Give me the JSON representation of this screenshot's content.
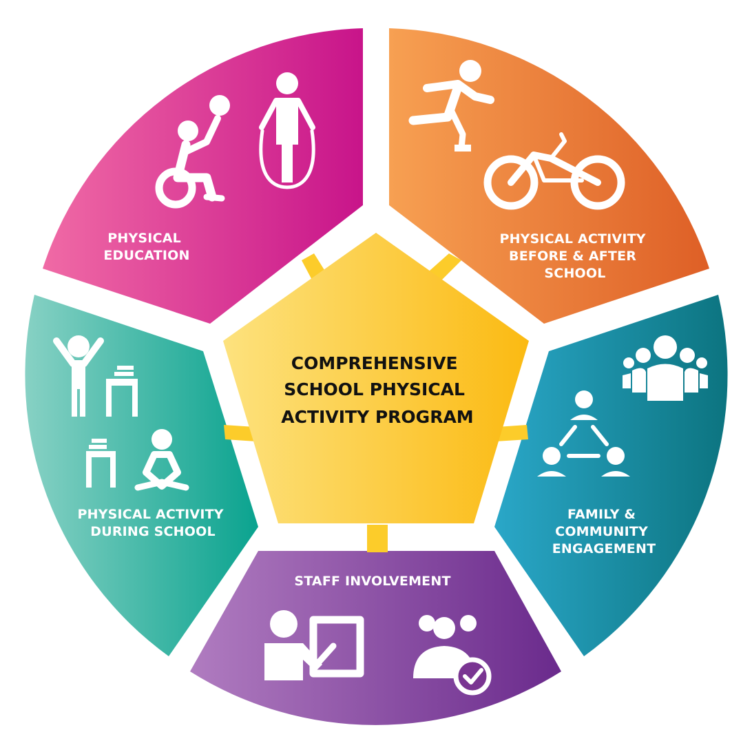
{
  "center": {
    "lines": [
      "COMPREHENSIVE",
      "SCHOOL PHYSICAL",
      "ACTIVITY PROGRAM"
    ]
  },
  "segments": [
    {
      "id": "physical-education",
      "lines": [
        "PHYSICAL",
        "EDUCATION"
      ],
      "icons": [
        "wheelchair-ball-icon",
        "jump-rope-icon"
      ]
    },
    {
      "id": "before-after-school",
      "lines": [
        "PHYSICAL ACTIVITY",
        "BEFORE & AFTER",
        "SCHOOL"
      ],
      "icons": [
        "runner-prosthetic-icon",
        "recumbent-bike-icon"
      ]
    },
    {
      "id": "family-community",
      "lines": [
        "FAMILY &",
        "COMMUNITY",
        "ENGAGEMENT"
      ],
      "icons": [
        "group-icon",
        "network-icon"
      ]
    },
    {
      "id": "staff-involvement",
      "lines": [
        "STAFF INVOLVEMENT"
      ],
      "icons": [
        "presenter-board-icon",
        "team-check-icon"
      ]
    },
    {
      "id": "during-school",
      "lines": [
        "PHYSICAL ACTIVITY",
        "DURING SCHOOL"
      ],
      "icons": [
        "cheer-desk-icon",
        "desk-yoga-icon"
      ]
    }
  ],
  "colors": {
    "pink": [
      "#f06aa5",
      "#c8148a"
    ],
    "orange": [
      "#f7a052",
      "#de5f26"
    ],
    "teal": [
      "#2aa7c8",
      "#0c7480"
    ],
    "purple": [
      "#b07cc0",
      "#6a2a8c"
    ],
    "green": [
      "#87d1c4",
      "#0aa38f"
    ],
    "yellow": [
      "#fde27e",
      "#fbba12"
    ]
  }
}
